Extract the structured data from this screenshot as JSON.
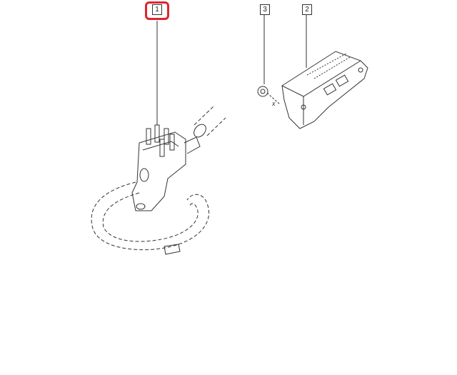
{
  "callouts": [
    {
      "id": "1",
      "label": "1",
      "highlighted": true
    },
    {
      "id": "2",
      "label": "2",
      "highlighted": false
    },
    {
      "id": "3",
      "label": "3",
      "highlighted": false
    }
  ],
  "annotation": {
    "x_mark": "x"
  },
  "colors": {
    "highlight": "#e0242b",
    "line": "#333333"
  }
}
